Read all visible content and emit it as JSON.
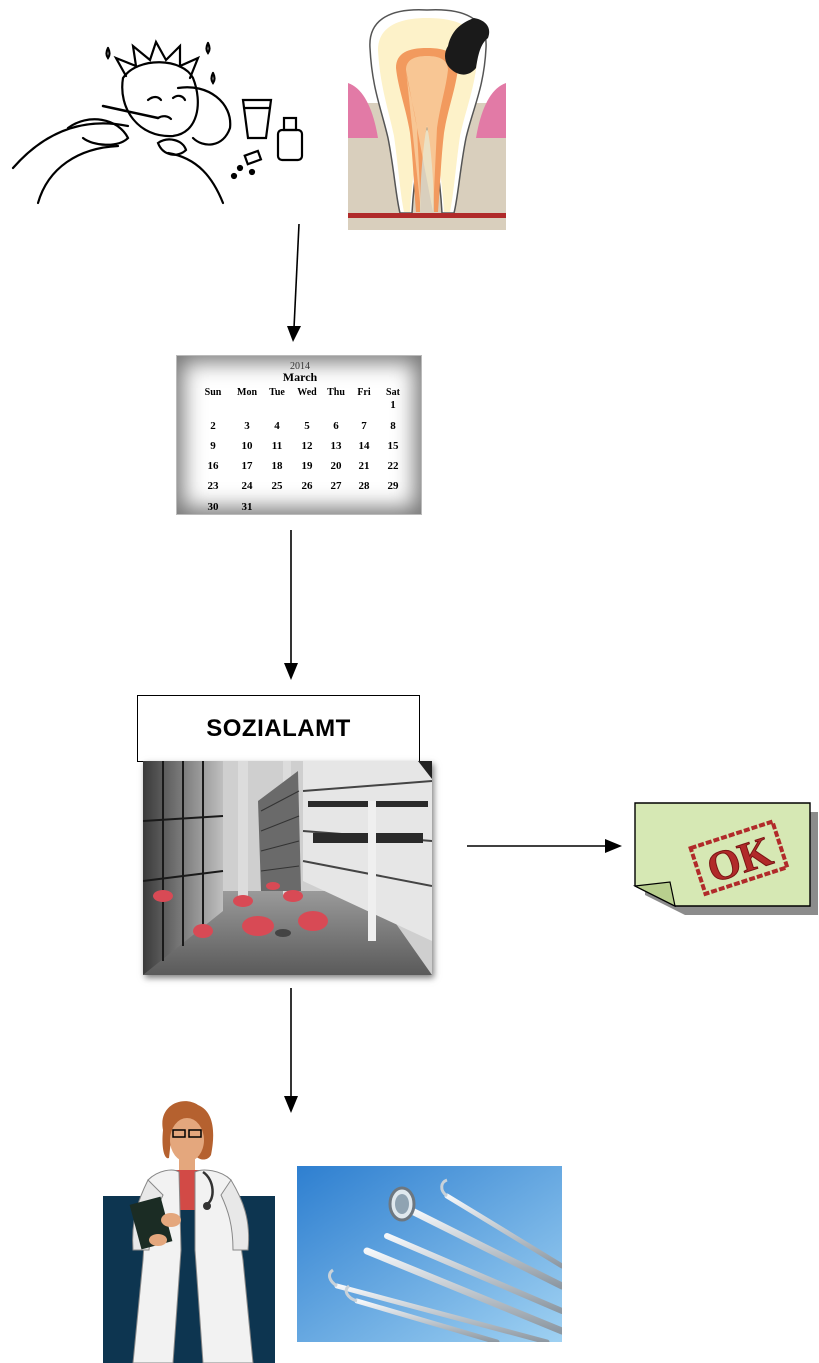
{
  "sozialamt_label": "SOZIALAMT",
  "calendar": {
    "year": "2014",
    "month": "March",
    "weekdays": [
      "Sun",
      "Mon",
      "Tue",
      "Wed",
      "Thu",
      "Fri",
      "Sat"
    ],
    "weeks": [
      [
        "",
        "",
        "",
        "",
        "",
        "",
        "1"
      ],
      [
        "2",
        "3",
        "4",
        "5",
        "6",
        "7",
        "8"
      ],
      [
        "9",
        "10",
        "11",
        "12",
        "13",
        "14",
        "15"
      ],
      [
        "16",
        "17",
        "18",
        "19",
        "20",
        "21",
        "22"
      ],
      [
        "23",
        "24",
        "25",
        "26",
        "27",
        "28",
        "29"
      ],
      [
        "30",
        "31",
        "",
        "",
        "",
        "",
        ""
      ]
    ]
  },
  "stamp_text": "OK",
  "colors": {
    "note_fill": "#d6e8b4",
    "stamp_red": "#b12a2a",
    "doctor_bg": "#0d3550",
    "tools_bg": "#3b8fd8",
    "gum_pink": "#e27aa6",
    "pulp": "#f29a5e",
    "dentin": "#fdf2c9",
    "decay": "#1a1a1a"
  },
  "icons": [
    "sick-person-illustration",
    "tooth-decay-illustration",
    "calendar-image",
    "sozialamt-building-photo",
    "ok-stamp-note",
    "doctor-illustration",
    "dental-tools-photo"
  ]
}
